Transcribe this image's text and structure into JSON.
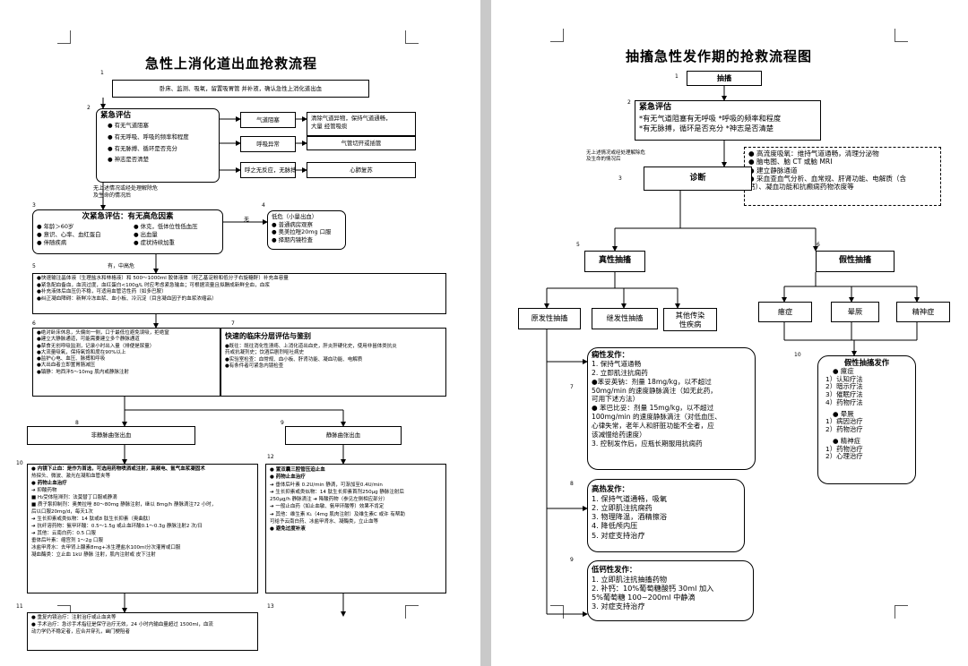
{
  "page1": {
    "title": "急性上消化道出血抢救流程",
    "nums": [
      "1",
      "2",
      "3",
      "4",
      "5",
      "6",
      "7",
      "8",
      "9",
      "10",
      "11",
      "12",
      "13"
    ],
    "box1": "卧床、监测、吸氧，留置吸胃管 并补液，确认急性上消化道出血",
    "emergency": {
      "title": "紧急评估",
      "items": [
        "有无气道阻塞",
        "有无呼吸、呼吸的频率和程度",
        "有无脉搏、循环是否充分",
        "神志是否清楚"
      ]
    },
    "airway_block": "气道阻塞",
    "breath_abn": "呼吸异常",
    "airway_treat": [
      "清除气道异物，保持气道通畅，",
      "大量 经管吸痰"
    ],
    "airway_tube": "气管切开或插管",
    "no_pulse": "呼之无反应，无脉搏",
    "cpr": "心肺复苏",
    "note_left": [
      "无上述情况或经处理解除危",
      "及生命的情况后"
    ],
    "secondary": {
      "title": "次紧急评估：有无高危因素",
      "col1": [
        "年龄＞60岁",
        "意识、心率、血红蛋白",
        "伴随疾病"
      ],
      "col2": [
        "休克，低体位性低血压",
        "出血量",
        "症状持续加重"
      ]
    },
    "no_label": "无",
    "low_risk": [
      "低危（小量出血）",
      "● 普通病房观察",
      "● 奥美拉唑20mg 口服",
      "● 择期内镜检查"
    ],
    "yes_label": "有，中高危",
    "big_box": [
      "●快速输注晶体液（生理盐水和林格液）和 500～1000ml 胶体液体（羟乙基淀粉和低分子右旋糖酐）补充血容量",
      "●紧急配血备血，血流过度，血红蛋白<100g/L 时应考虑紧急输血；可根据流量且拟酬成新鲜全血，血浆",
      "●补充液体后血压仍不稳，可适用血管活性药（如多巴胺）",
      "●纠正凝血障碍：新鲜冷冻血浆、血小板、冷沉淀（目含凝血因子的血浆浓缩品）"
    ],
    "box6": [
      "●绝对卧床休息，头偏向一侧，口于最低位避免误吸，拒绝窒",
      "●建立大静脉通道，可能需要建立多个静脉通道",
      "●禁食无创呼吸监测，记录小时出入量（排便是尿量）",
      "●大流量吸氧，保持氧饱和度在90%以上",
      "●监护心电、血压、脉搏和呼吸",
      "●大出血者立即置胃肠减压",
      "●镇静：地西泮5～10mg 肌内或静脉注射"
    ],
    "box7": {
      "title": "快速的临床分层评估与鉴别",
      "lines": [
        "●既往：既往消化性溃疡、上消化道出血史，肝炎肝硬化史，使用非甾体类抗炎",
        "  药或抗凝剂史；饮酒后剧烈呕吐病史",
        "●实验室检查：血常规、血小板、肝肾功能、凝血功能、电解质",
        "●有条件者可紧急内镜检查"
      ]
    },
    "nonvariceal": "非静脉曲张出血",
    "variceal": "静脉曲张出血",
    "box10": [
      "● 内镜下止血：是作为首选，可选用药物喷洒或注射，高频电、氩气血浆凝固术",
      "  热探头、微波、激光在凝和血管夹等",
      "● 药物止血治疗",
      "  ➔ 抑酸药物",
      "    ■ H₂受体阻滞剂：法莫替丁口服或静滴",
      "    ■ 质子泵抑制剂：奥美拉唑 80～80mg 静脉注射，继以 8mg/h 静脉滴注72 小时，",
      "      后以口服20mg/d，每天1次",
      "  ➔ 生长抑素或类似物：14 肽或8 肽生长抑素（奥曲肽）",
      "  ➔ 抗纤溶药物：氨甲环酸：0.5～1.5g 或止血环酸0.1～0.3g 静脉注射2 次/日",
      "  ➔ 其他：云南白药：0.5 口服",
      "         垂体后叶素：缩宫剂 1～2g 口服",
      "         冰盐甲肾水：去甲肾上腺素8mg+冰生理盐水100ml分次灌胃或口服",
      "         凝血酶类：立止血 1kU 静脉 注射，肌内注射或 皮下注射"
    ],
    "box12": [
      "● 置双囊三腔管压迫止血",
      "● 药物止血治疗",
      "  ➔ 垂体后叶素 0.2U/min 静滴，可渐加至0.4U/min",
      "  ➔ 生长抑素或类似物：14 肽生长抑素首剂250μg 静脉注射后",
      "    250μg/h 静脉滴注  ➔ 降酸药物（参见左侧相应部分）",
      "  ➔ 一般止血药（如止血敏、氨甲环酸等）效果不肯定",
      "  ➔ 其他：维生素 K₁（4mg 肌肉注射）及维生素C 或许 有帮助",
      "    可给予云南白药、冰盐甲肾水、凝酶类，立止血等",
      "● 避免过度补液"
    ],
    "box11": [
      "● 重复内镜治疗：注射治疗或止血夹等",
      "● 手术治疗：急诊手术指征是保守治疗无效，24 小时内输血量超过 1500ml，血流",
      "  动力学仍不稳定者，应合并穿孔，幽门梗阻者"
    ]
  },
  "page2": {
    "title": "抽搐急性发作期的抢救流程图",
    "nums": [
      "1",
      "2",
      "3",
      "4",
      "5",
      "6",
      "7",
      "8",
      "9",
      "10"
    ],
    "top": "抽搐",
    "emergency": {
      "title": "紧急评估",
      "lines": [
        "*有无气道阻塞有无呼吸      *呼吸的频率和程度",
        "*有无脉搏，循环是否充分  *神志是否清楚"
      ]
    },
    "note": [
      "无上述情况或经处理解除危",
      "及生命的情况后"
    ],
    "right_box": [
      "● 高流度吸氧：维持气道通畅，清理分泌物",
      "● 脑电图、脑 CT 或脑 MRI",
      "● 建立静脉通道",
      "● 采血查血气分析、血常规、肝肾功能、电解质（含",
      "  钙）、凝血功能和抗癫痫药物浓度等"
    ],
    "diagnosis": "诊断",
    "true_sz": "真性抽搐",
    "false_sz": "假性抽搐",
    "primary": "原发性抽搐",
    "secondary": "继发性抽搐",
    "infectious": [
      "其他传染",
      "性疾病"
    ],
    "hysteria": "癔症",
    "syncope": "晕厥",
    "psych": "精神症",
    "box7": [
      "痫性发作：",
      "1.  保持气道通畅",
      "2.  立即肌注抗痫药",
      "●苯妥英钠：剂量 18mg/kg，以不超过",
      "50mg/min 的速度静脉滴注（如无此药，",
      "可用下述方法）",
      "● 苯巴比妥：剂量 15mg/kg，以不超过",
      "100mg/min 的速度静脉滴注（对低血压、",
      "心律失常，老年人和肝脏功能不全者，应",
      "该减慢给药速度）",
      "3.  控制发作后，应瓶长期服用抗痫药"
    ],
    "box10": {
      "title": "假性抽搐发作",
      "lines": [
        "● 癔症",
        "1）认知疗法",
        "2）暗示疗法",
        "3）催眠疗法",
        "4）药物疗法",
        "",
        "● 晕厥",
        "1）病因治疗",
        "2）药物治疗",
        "",
        "● 精神症",
        "1）药物治疗",
        "2）心理治疗"
      ]
    },
    "box8": {
      "title": "高热发作：",
      "lines": [
        "1.  保持气道通畅，吸氧",
        "2.  立即肌注抗痫药",
        "3.  物理降温，酒精擦浴",
        "4.  降低颅内压",
        "5.  对症支持治疗"
      ]
    },
    "box9": {
      "title": "低钙性发作：",
      "lines": [
        "1.  立即肌注抗抽搐药物",
        "2.  补钙：10%葡萄糖酸钙 30ml 加入",
        "    5%葡萄糖 100~200ml 中静滴",
        "3.  对症支持治疗"
      ]
    }
  }
}
